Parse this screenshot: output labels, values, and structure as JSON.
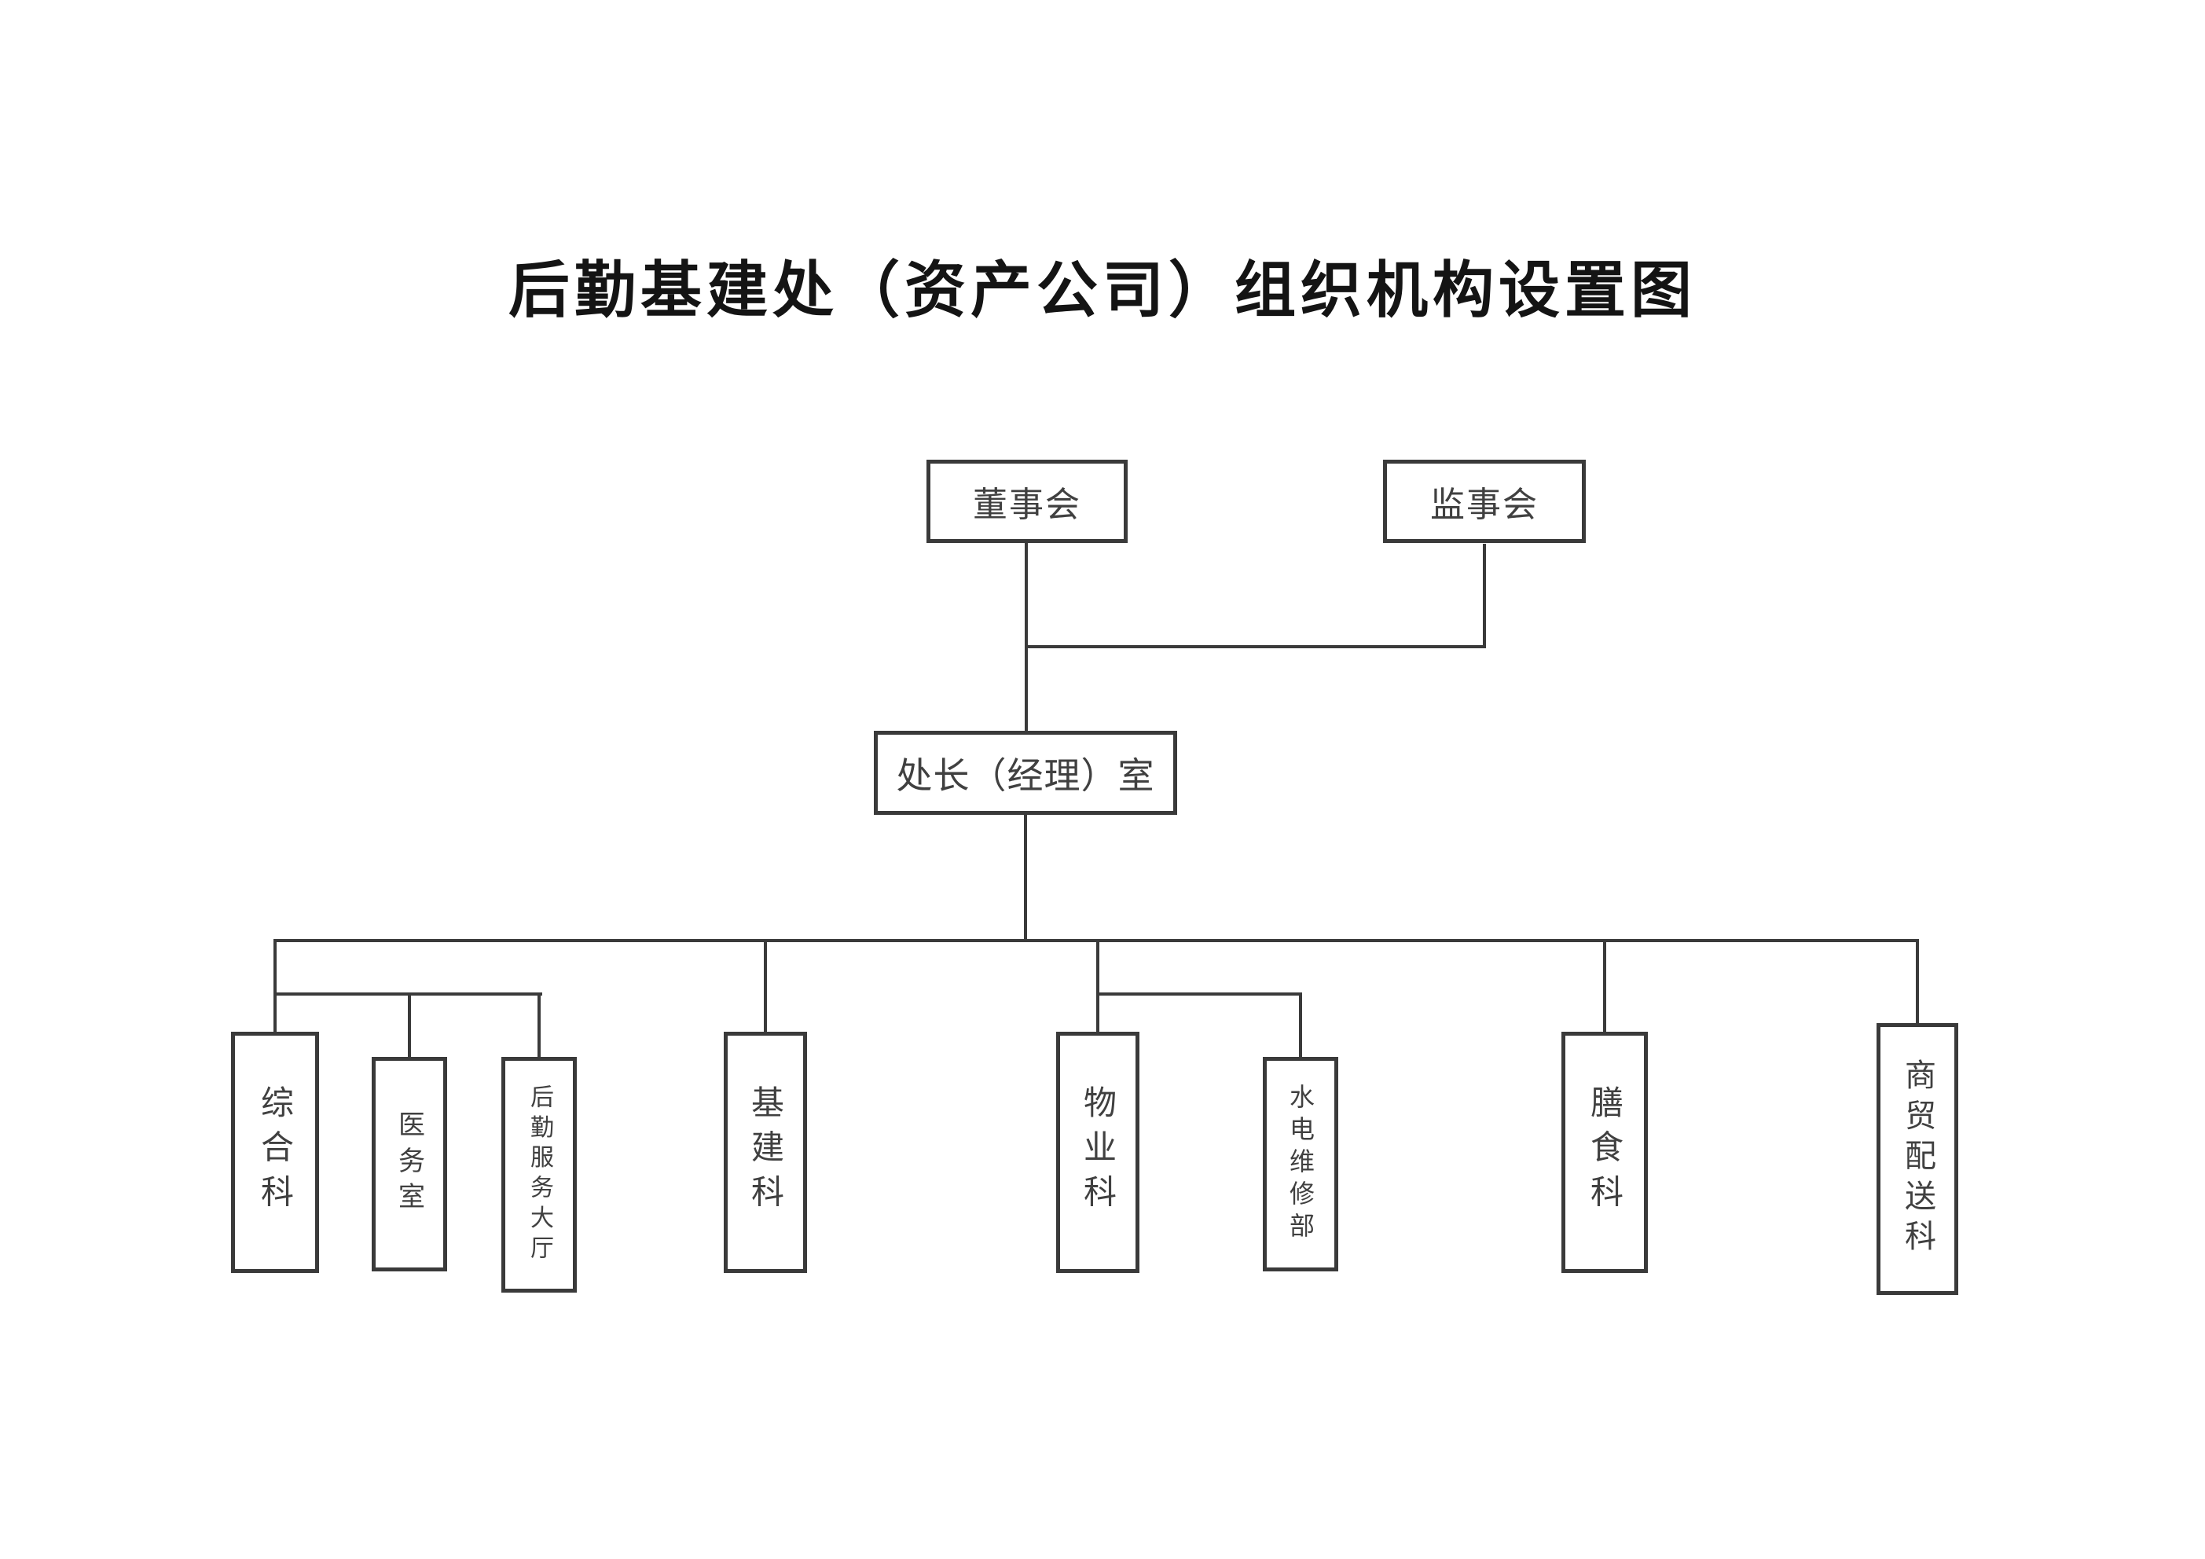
{
  "title": {
    "text": "后勤基建处（资产公司）组织机构设置图"
  },
  "colors": {
    "background": "#ffffff",
    "line": "#3a3a3a",
    "box_border": "#3a3a3a",
    "box_text": "#404040",
    "title_text": "#141414"
  },
  "nodes": {
    "board": {
      "label": "董事会"
    },
    "supervisory": {
      "label": "监事会"
    },
    "director_office": {
      "label": "处长（经理）室"
    },
    "dept_general": {
      "label": "综合科"
    },
    "dept_medical": {
      "label": "医务室"
    },
    "dept_service_hall": {
      "label": "后勤服务大厅"
    },
    "dept_infrastructure": {
      "label": "基建科"
    },
    "dept_property": {
      "label": "物业科"
    },
    "dept_utility_repair": {
      "label": "水电维修部"
    },
    "dept_dining": {
      "label": "膳食科"
    },
    "dept_trade_distribution": {
      "label": "商贸配送科"
    }
  },
  "structure": {
    "governance": [
      "董事会",
      "监事会"
    ],
    "executive": "处长（经理）室",
    "branches": [
      {
        "main": "综合科",
        "sub": [
          "医务室",
          "后勤服务大厅"
        ]
      },
      {
        "main": "基建科",
        "sub": []
      },
      {
        "main": "物业科",
        "sub": [
          "水电维修部"
        ]
      },
      {
        "main": "膳食科",
        "sub": []
      },
      {
        "main": "商贸配送科",
        "sub": []
      }
    ]
  }
}
